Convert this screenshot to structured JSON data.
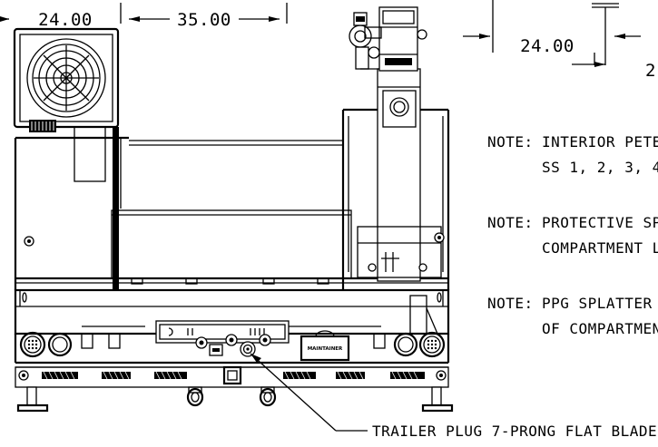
{
  "dimensions": {
    "width_left": "24.00",
    "width_middle": "35.00",
    "width_right": "24.00",
    "partial_right": "2"
  },
  "notes": [
    {
      "label": "NOTE:",
      "line1": "INTERIOR PETE",
      "line2": "SS 1, 2, 3, 4"
    },
    {
      "label": "NOTE:",
      "line1": "PROTECTIVE SP",
      "line2": "COMPARTMENT L"
    },
    {
      "label": "NOTE:",
      "line1": "PPG SPLATTER",
      "line2": "OF COMPARTMEN"
    }
  ],
  "panel_label": "MAINTAINER",
  "callout": "TRAILER PLUG 7-PRONG FLAT BLADE",
  "icons": [
    "fan-icon",
    "hose-reel-icon",
    "speaker-icon",
    "tie-down-ring-icon",
    "trailer-plug-icon"
  ]
}
